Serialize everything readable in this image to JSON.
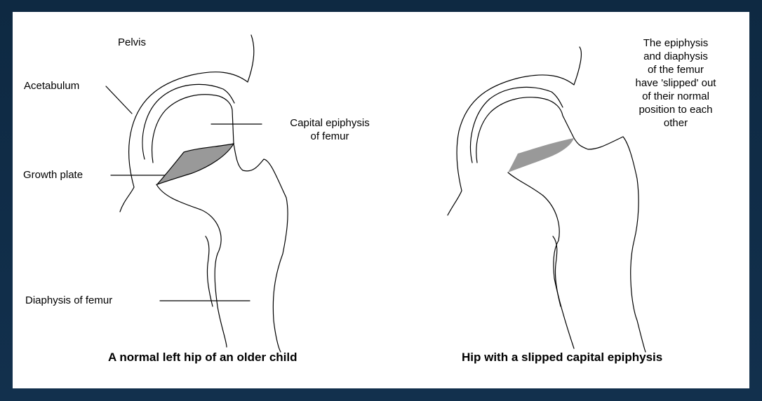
{
  "colors": {
    "outer_frame": "#0f2a44",
    "panel_background": "#ffffff",
    "bone_outline": "#000000",
    "growth_plate_fill": "#999999"
  },
  "left_figure": {
    "labels": {
      "pelvis": "Pelvis",
      "acetabulum": "Acetabulum",
      "capital_epiphysis_line1": "Capital epiphysis",
      "capital_epiphysis_line2": "of femur",
      "growth_plate": "Growth plate",
      "diaphysis": "Diaphysis of femur"
    },
    "caption": "A normal left hip of an older child"
  },
  "right_figure": {
    "note_lines": [
      "The epiphysis",
      "and diaphysis",
      "of the femur",
      "have 'slipped' out",
      "of their normal",
      "position to each",
      "other"
    ],
    "caption": "Hip with a slipped capital epiphysis"
  }
}
